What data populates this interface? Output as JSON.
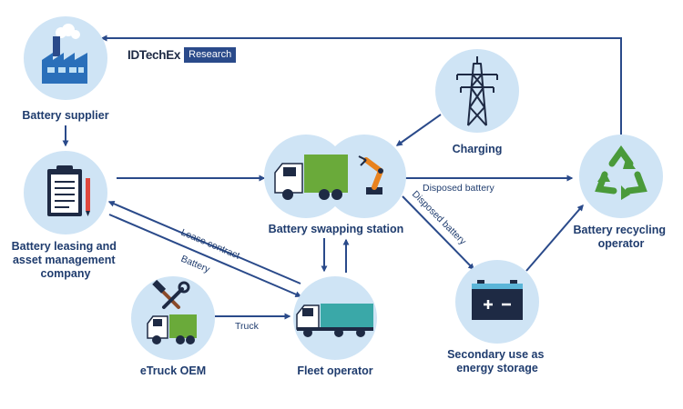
{
  "brand": {
    "name": "IDTechEx",
    "tag": "Research"
  },
  "colors": {
    "arrow": "#2a4a8a",
    "circle": "#cfe4f5",
    "label": "#1f3c6e",
    "truck_green": "#6aaa3a",
    "truck_teal": "#3aa8a8",
    "recycle": "#4a9a3a",
    "robot": "#e8821e",
    "battery_top": "#5bb5d8",
    "battery_body": "#1e2a44"
  },
  "nodes": {
    "supplier": {
      "label": [
        "Battery supplier"
      ],
      "icon": "factory-icon"
    },
    "leasing": {
      "label": [
        "Battery leasing and",
        "asset management",
        "company"
      ],
      "icon": "clipboard-icon"
    },
    "swapping": {
      "label": [
        "Battery swapping station"
      ],
      "icon": "truck-robot-arm-icon"
    },
    "charging": {
      "label": [
        "Charging"
      ],
      "icon": "power-pylon-icon"
    },
    "recycling": {
      "label": [
        "Battery recycling",
        "operator"
      ],
      "icon": "recycle-icon"
    },
    "etruck": {
      "label": [
        "eTruck OEM"
      ],
      "icon": "truck-tools-icon"
    },
    "fleet": {
      "label": [
        "Fleet operator"
      ],
      "icon": "semi-truck-icon"
    },
    "secondary": {
      "label": [
        "Secondary use as",
        "energy storage"
      ],
      "icon": "battery-icon"
    }
  },
  "edges": {
    "disposed_horizontal": "Disposed battery",
    "disposed_diagonal": "Disposed battery",
    "lease_contract": "Lease contract",
    "battery": "Battery",
    "truck": "Truck"
  }
}
